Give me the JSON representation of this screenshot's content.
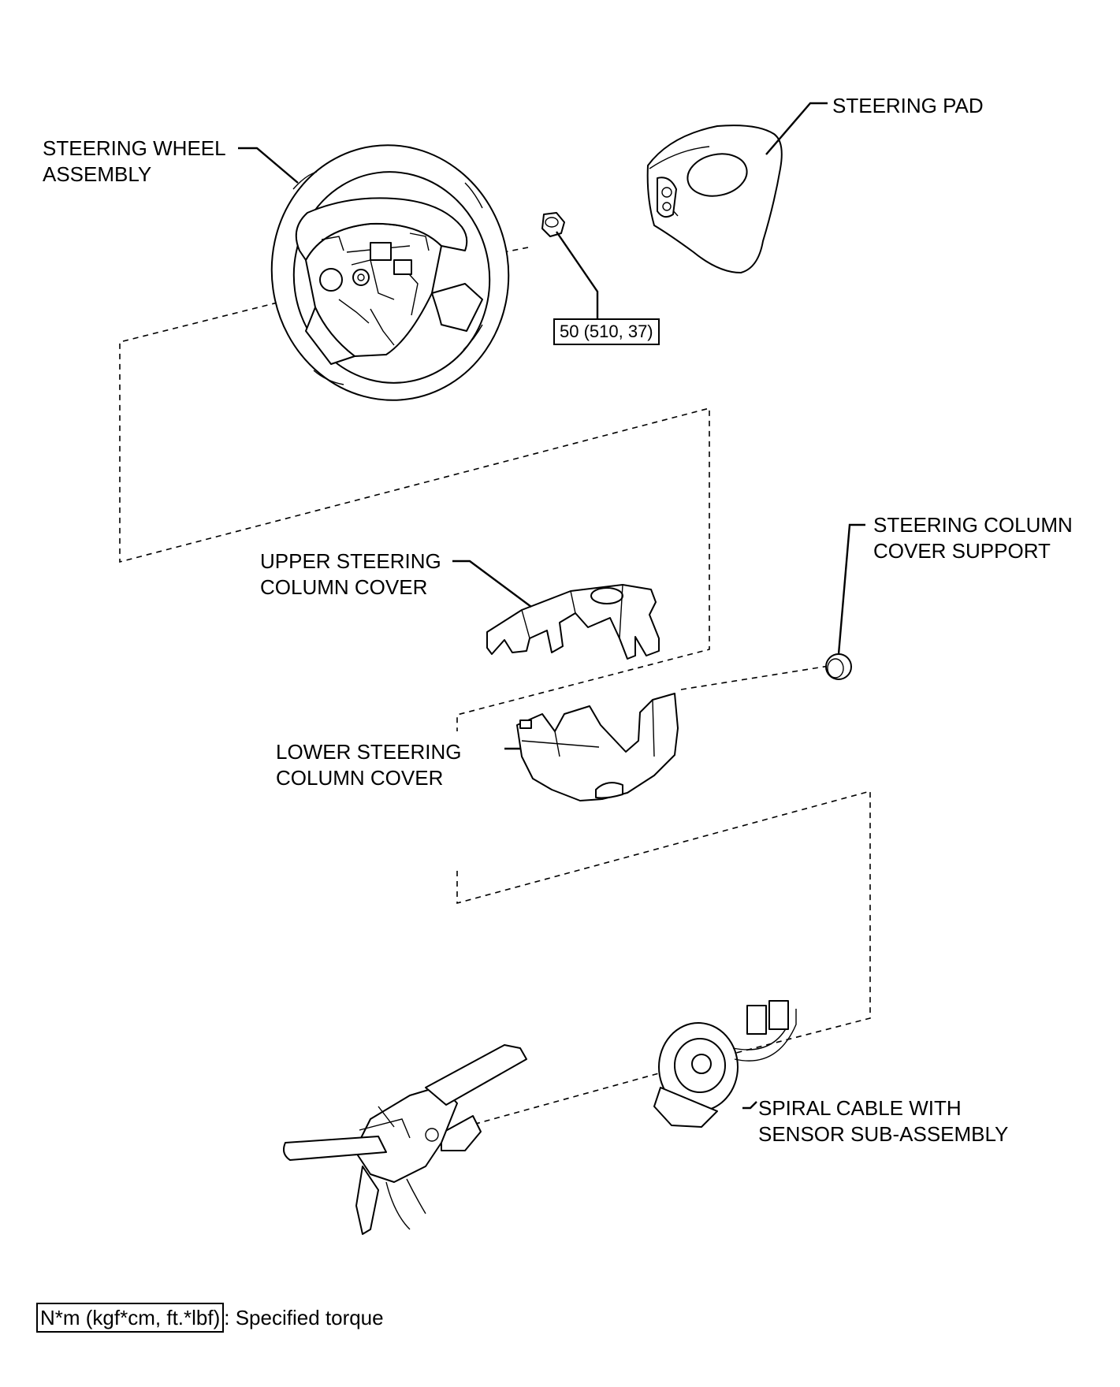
{
  "labels": {
    "steering_wheel": [
      "STEERING WHEEL",
      "ASSEMBLY"
    ],
    "steering_pad": "STEERING PAD",
    "torque_value": "50 (510, 37)",
    "upper_cover": [
      "UPPER STEERING",
      "COLUMN COVER"
    ],
    "column_cover_support": [
      "STEERING COLUMN",
      "COVER SUPPORT"
    ],
    "lower_cover": [
      "LOWER STEERING",
      "COLUMN COVER"
    ],
    "spiral_cable": [
      "SPIRAL CABLE WITH",
      "SENSOR SUB-ASSEMBLY"
    ]
  },
  "legend": {
    "unit": "N*m (kgf*cm, ft.*lbf)",
    "text": ": Specified torque"
  }
}
